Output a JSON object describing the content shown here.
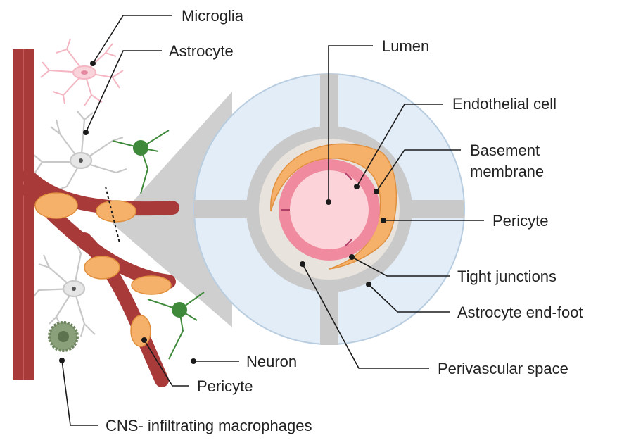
{
  "labels": {
    "microglia": "Microglia",
    "astrocyte": "Astrocyte",
    "lumen": "Lumen",
    "endothelial_cell": "Endothelial cell",
    "basement_membrane_line1": "Basement",
    "basement_membrane_line2": "membrane",
    "pericyte_right": "Pericyte",
    "tight_junctions": "Tight junctions",
    "astrocyte_end_foot": "Astrocyte end-foot",
    "neuron": "Neuron",
    "perivascular_space": "Perivascular space",
    "pericyte_left": "Pericyte",
    "macrophages": "CNS- infiltrating macrophages"
  },
  "colors": {
    "vessel": "#a83a3a",
    "pericyte": "#f5b06a",
    "pericyte_outline": "#e0903d",
    "endothelium": "#f08a9e",
    "lumen": "#fbd3d9",
    "astrocyte": "#d0d0d0",
    "neuron": "#3f8a3a",
    "microglia": "#f4b6c2",
    "macrophage": "#8aa07a",
    "zoom_circle": "#e3edf7",
    "zoom_wedge": "#cfcfcf"
  }
}
